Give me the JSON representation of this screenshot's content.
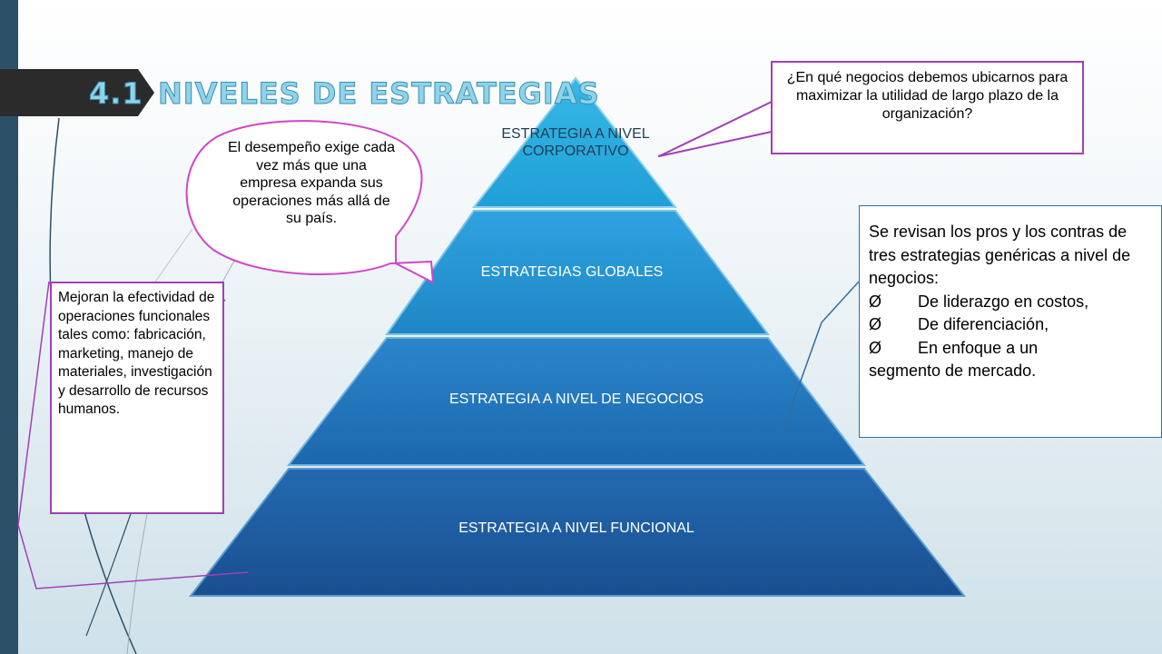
{
  "title": {
    "number": "4.1",
    "text": "NIVELES DE ESTRATEGIAS"
  },
  "pyramid": {
    "levels": [
      {
        "line1": "ESTRATEGIA A NIVEL",
        "line2": "CORPORATIVO"
      },
      {
        "label": "ESTRATEGIAS GLOBALES"
      },
      {
        "label": "ESTRATEGIA A NIVEL DE NEGOCIOS"
      },
      {
        "label": "ESTRATEGIA A NIVEL FUNCIONAL"
      }
    ]
  },
  "callouts": {
    "corporate": "¿En qué negocios debemos ubicarnos para maximizar la utilidad de largo plazo de la organización?",
    "global": "El desempeño exige cada vez más que una empresa expanda sus operaciones más allá de su país.",
    "business": {
      "intro": "Se revisan los pros y los contras de tres estrategias genéricas a nivel de negocios:",
      "bullet_symbol": "Ø",
      "items": [
        "De liderazgo en costos,",
        "De diferenciación,",
        "En enfoque a un"
      ],
      "tail": "segmento de mercado."
    },
    "functional": "Mejoran la efectividad de operaciones funcionales tales como: fabricación, marketing, manejo de materiales, investigación y desarrollo de recursos humanos."
  },
  "colors": {
    "strip": "#2b5068",
    "title_fill": "#8fd3ea",
    "callout_border": "#a040b8",
    "business_border": "#2e6ea6"
  }
}
